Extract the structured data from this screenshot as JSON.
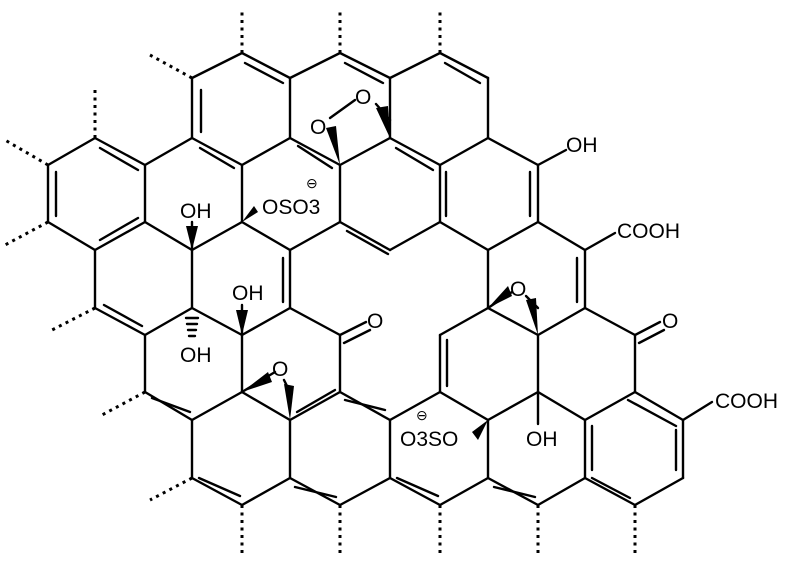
{
  "diagram": {
    "labels": {
      "oh_top_right": "OH",
      "cooh_upper": "COOH",
      "cooh_lower": "COOH",
      "oh_center_top": "OH",
      "oh_center_mid": "OH",
      "oh_center_low": "OH",
      "oh_bottom": "OH",
      "ketone_center": "O",
      "ketone_right": "O",
      "epoxide_left": "O",
      "epoxide_right": "O",
      "peroxide_o1": "O",
      "peroxide_o2": "O",
      "sulfonate_upper": "OSO3",
      "sulfonate_lower": "O3SO",
      "charge_upper": "⊖",
      "charge_lower": "⊖"
    }
  }
}
